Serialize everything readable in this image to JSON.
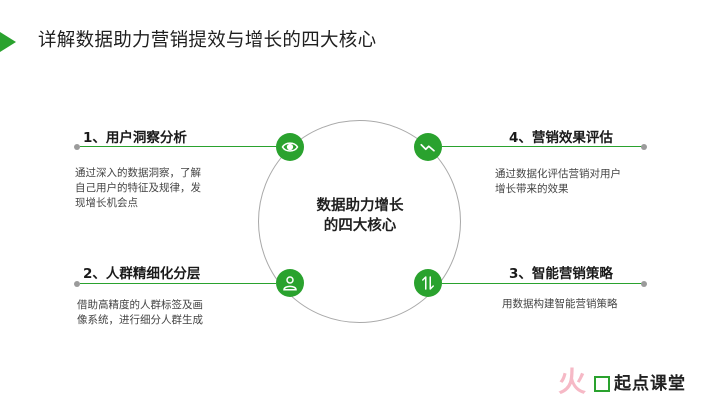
{
  "page": {
    "title": "详解数据助力营销提效与增长的四大核心"
  },
  "center": {
    "line1": "数据助力增长",
    "line2": "的四大核心"
  },
  "items": [
    {
      "heading": "1、用户洞察分析",
      "desc": [
        "通过深入的数据洞察，了解",
        "自己用户的特征及规律，发",
        "现增长机会点"
      ],
      "icon": "eye-icon"
    },
    {
      "heading": "2、人群精细化分层",
      "desc": [
        "借助高精度的人群标签及画",
        "像系统，进行细分人群生成"
      ],
      "icon": "user-icon"
    },
    {
      "heading": "3、智能营销策略",
      "desc": [
        "用数据构建智能营销策略"
      ],
      "icon": "swap-arrows-icon"
    },
    {
      "heading": "4、营销效果评估",
      "desc": [
        "通过数据化评估营销对用户",
        "增长带来的效果"
      ],
      "icon": "trend-check-icon"
    }
  ],
  "logo": {
    "name": "起点课堂"
  },
  "colors": {
    "accent": "#2aa22e",
    "ring": "#a9a9a9",
    "dot": "#9b9b9b"
  }
}
